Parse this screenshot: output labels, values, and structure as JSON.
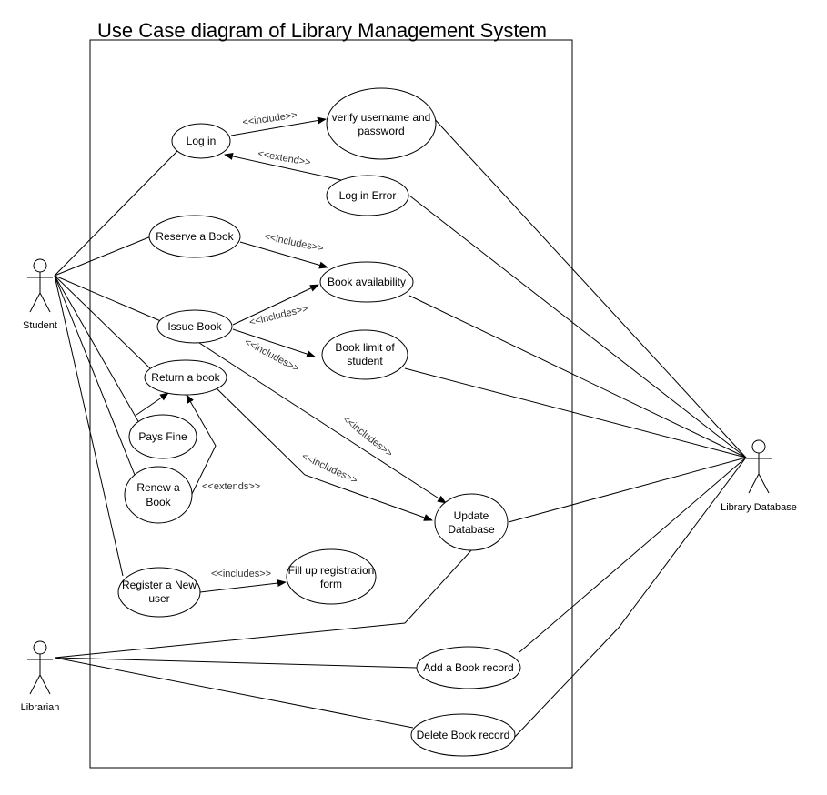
{
  "title": "Use Case diagram of Library Management System",
  "actors": {
    "student": "Student",
    "librarian": "Librarian",
    "database": "Library Database"
  },
  "use_cases": {
    "login": "Log in",
    "verify_1": "verify  username and",
    "verify_2": "password",
    "login_error": "Log in Error",
    "reserve": "Reserve a Book",
    "availability": "Book availability",
    "issue": "Issue Book",
    "limit_1": "Book limit of",
    "limit_2": "student",
    "return": "Return a book",
    "pays_fine": "Pays Fine",
    "renew_1": "Renew  a",
    "renew_2": "Book",
    "update_1": "Update",
    "update_2": "Database",
    "register_1": "Register a New",
    "register_2": "user",
    "fill_1": "Fill up registration",
    "fill_2": "form",
    "add_record": "Add a Book record",
    "delete_record": "Delete Book record"
  },
  "relations": {
    "include": "<<include>>",
    "extend": "<<extend>>",
    "includes": "<<includes>>",
    "extends": "<<extends>>"
  }
}
